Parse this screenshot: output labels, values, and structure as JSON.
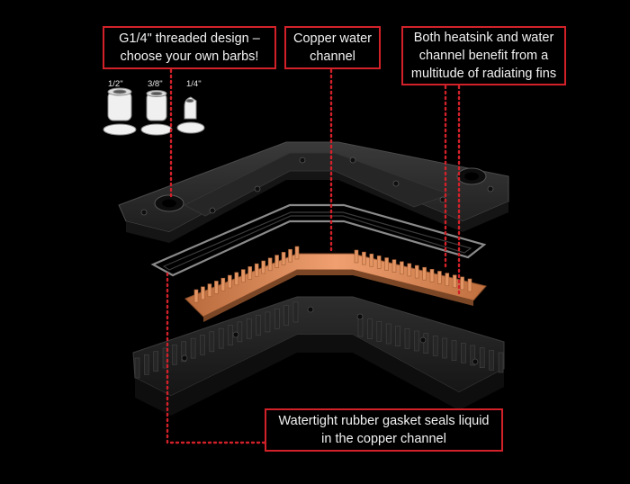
{
  "callouts": {
    "threaded": {
      "line1": "G1/4\" threaded design –",
      "line2": "choose your own barbs!"
    },
    "copper": {
      "line1": "Copper water",
      "line2": "channel"
    },
    "fins": {
      "line1": "Both heatsink and water",
      "line2": "channel benefit from a",
      "line3": "multitude of radiating fins"
    },
    "gasket": {
      "line1": "Watertight rubber gasket seals liquid",
      "line2": "in the copper channel"
    }
  },
  "barbs": [
    {
      "label": "1/2\"",
      "icon": "barb-half-inch-icon"
    },
    {
      "label": "3/8\"",
      "icon": "barb-three-eighths-icon"
    },
    {
      "label": "1/4\"",
      "icon": "barb-quarter-inch-icon"
    }
  ],
  "colors": {
    "background": "#000000",
    "accent": "#d3212a",
    "text": "#f2f2f2",
    "copper": "#d98a58",
    "housing": "#2a2a2a"
  }
}
